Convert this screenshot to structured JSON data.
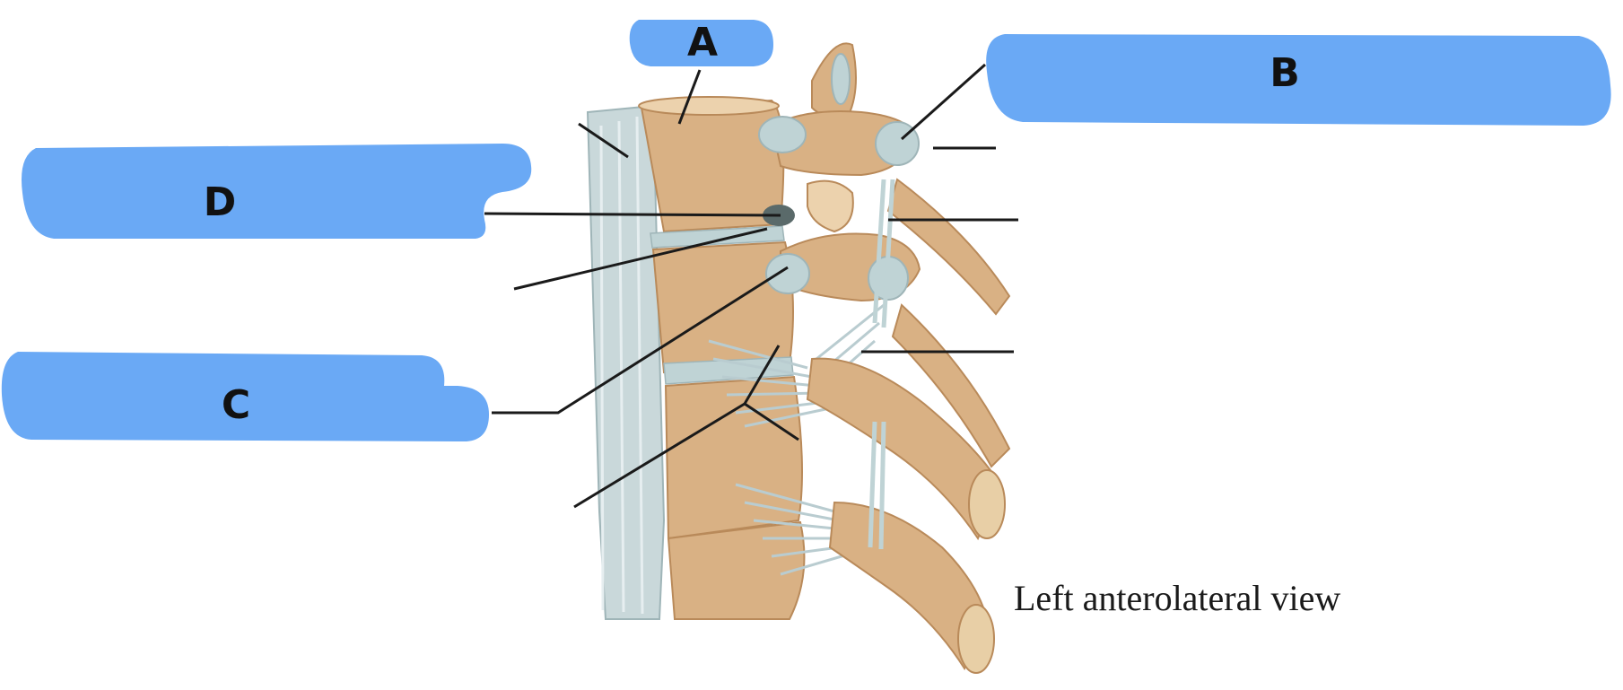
{
  "diagram": {
    "caption": "Left anterolateral view",
    "labels": {
      "a": "A",
      "b": "B",
      "c": "C",
      "d": "D"
    }
  },
  "colors": {
    "mask": "#6aa9f5",
    "bone": "#d9b184",
    "bone_dark": "#b98a5a",
    "bone_light": "#ecd2ad",
    "ligament": "#c9d8da",
    "ligament_dark": "#9fb5b8",
    "leader_line": "#1a1a1a"
  },
  "icons": {
    "mask": "label-cover-mask"
  }
}
